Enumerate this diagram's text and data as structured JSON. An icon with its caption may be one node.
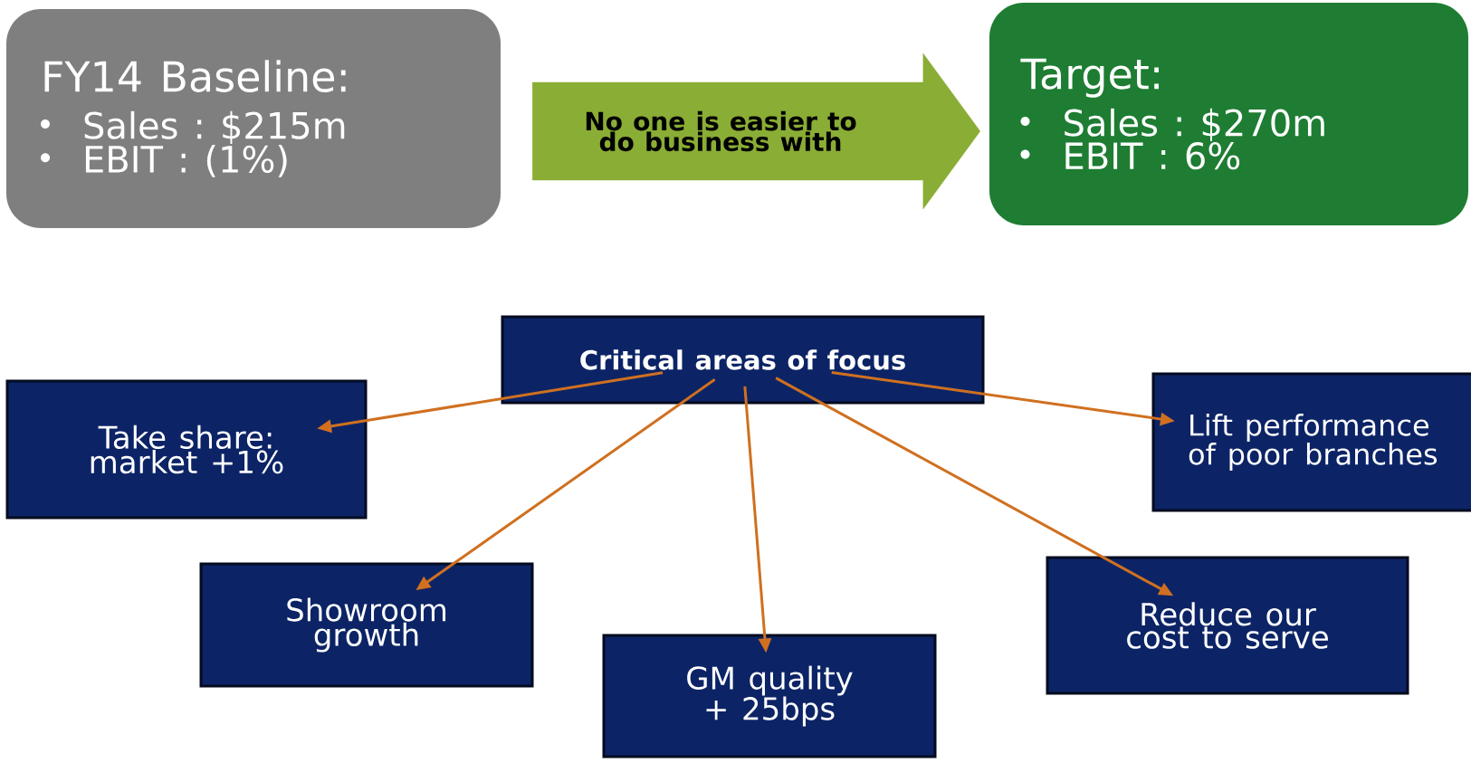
{
  "diagram": {
    "nodes": [
      {
        "text": [
          "FY14 Baseline:",
          "Sales : $215m",
          "EBIT : (1%)"
        ]
      },
      {
        "text": [
          "Target:",
          "Sales : $270m",
          "EBIT : 6%"
        ]
      },
      {
        "text": [
          "Critical areas of focus"
        ]
      },
      {
        "text": [
          "Take share: market +1%"
        ]
      },
      {
        "text": [
          "Lift performance of poor branches"
        ]
      },
      {
        "text": [
          "Showroom growth"
        ]
      },
      {
        "text": [
          "GM quality + 25bps"
        ]
      },
      {
        "text": [
          "Reduce our cost to serve"
        ]
      }
    ],
    "edges": [
      {
        "from": 0,
        "to": 1,
        "arrow": "to",
        "label": "No one is easier to do business with",
        "style": "thick",
        "color": "#8aad35"
      },
      {
        "from": 2,
        "to": 3,
        "arrow": "to"
      },
      {
        "from": 2,
        "to": 4,
        "arrow": "to"
      },
      {
        "from": 2,
        "to": 5,
        "arrow": "to"
      },
      {
        "from": 2,
        "to": 6,
        "arrow": "to"
      },
      {
        "from": 2,
        "to": 7,
        "arrow": "to"
      }
    ]
  }
}
